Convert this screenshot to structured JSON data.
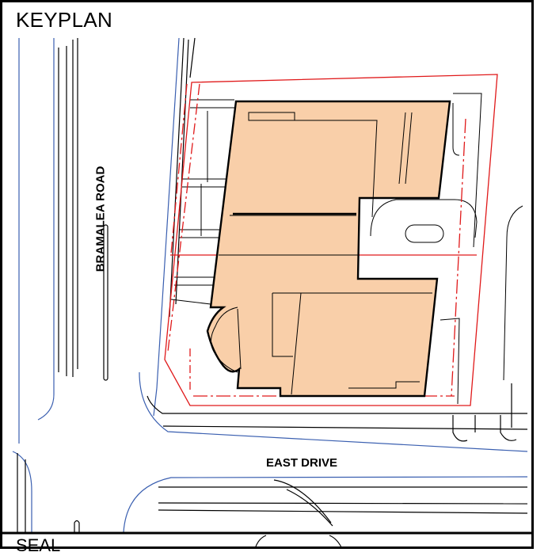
{
  "keyplan": {
    "title": "KEYPLAN",
    "seal_label": "SEAL",
    "streets": {
      "bramalea_road": "BRAMALEA ROAD",
      "east_drive": "EAST DRIVE"
    }
  },
  "colors": {
    "building_fill": "#f9cfa9",
    "property_line": "#e0191a",
    "road_curb": "#3a5fb0",
    "linework": "#000000",
    "background": "#ffffff"
  }
}
